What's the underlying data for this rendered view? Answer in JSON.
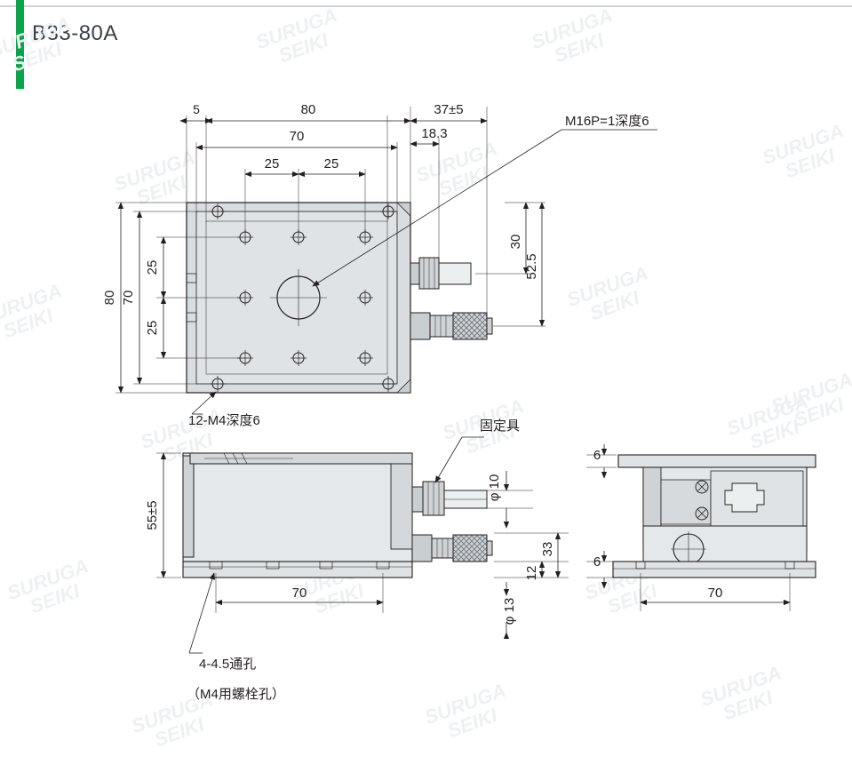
{
  "header": {
    "title": "B33-80A",
    "accent_color": "#0aa44a"
  },
  "watermark": {
    "line1": "SURUGA",
    "line2": "SEIKI",
    "color": "#eef0f1"
  },
  "drawing": {
    "name": "mechanical-stage-dimension-drawing",
    "views": [
      {
        "name": "top-view",
        "label": ""
      },
      {
        "name": "front-view",
        "label": ""
      },
      {
        "name": "side-view",
        "label": ""
      }
    ],
    "callouts": [
      {
        "id": "thread-callout",
        "text": "M16P=1深度6"
      },
      {
        "id": "tapped-holes-callout",
        "text": "12-M4深度6"
      },
      {
        "id": "fixture-callout",
        "text": "固定具"
      },
      {
        "id": "through-hole-callout-1",
        "text": "4-4.5通孔"
      },
      {
        "id": "through-hole-callout-2",
        "text": "（M4用螺栓孔）"
      }
    ],
    "dimensions_top_view": [
      {
        "id": "dim-5",
        "text": "5"
      },
      {
        "id": "dim-80-horizontal",
        "text": "80"
      },
      {
        "id": "dim-70-horizontal",
        "text": "70"
      },
      {
        "id": "dim-25-left",
        "text": "25"
      },
      {
        "id": "dim-25-right",
        "text": "25"
      },
      {
        "id": "dim-37pm5",
        "text": "37±5"
      },
      {
        "id": "dim-18-3",
        "text": "18.3"
      },
      {
        "id": "dim-30",
        "text": "30"
      },
      {
        "id": "dim-52-5",
        "text": "52.5"
      },
      {
        "id": "dim-80-vertical",
        "text": "80"
      },
      {
        "id": "dim-70-vertical",
        "text": "70"
      },
      {
        "id": "dim-25-vertical-upper",
        "text": "25"
      },
      {
        "id": "dim-25-vertical-lower",
        "text": "25"
      }
    ],
    "dimensions_front_view": [
      {
        "id": "dim-55pm5",
        "text": "55±5"
      },
      {
        "id": "dim-70-front",
        "text": "70"
      },
      {
        "id": "dim-phi10",
        "text": "φ 10"
      },
      {
        "id": "dim-33",
        "text": "33"
      },
      {
        "id": "dim-12",
        "text": "12"
      },
      {
        "id": "dim-phi13",
        "text": "φ 13"
      }
    ],
    "dimensions_side_view": [
      {
        "id": "dim-6-top",
        "text": "6"
      },
      {
        "id": "dim-6-bottom",
        "text": "6"
      },
      {
        "id": "dim-70-side",
        "text": "70"
      }
    ]
  }
}
